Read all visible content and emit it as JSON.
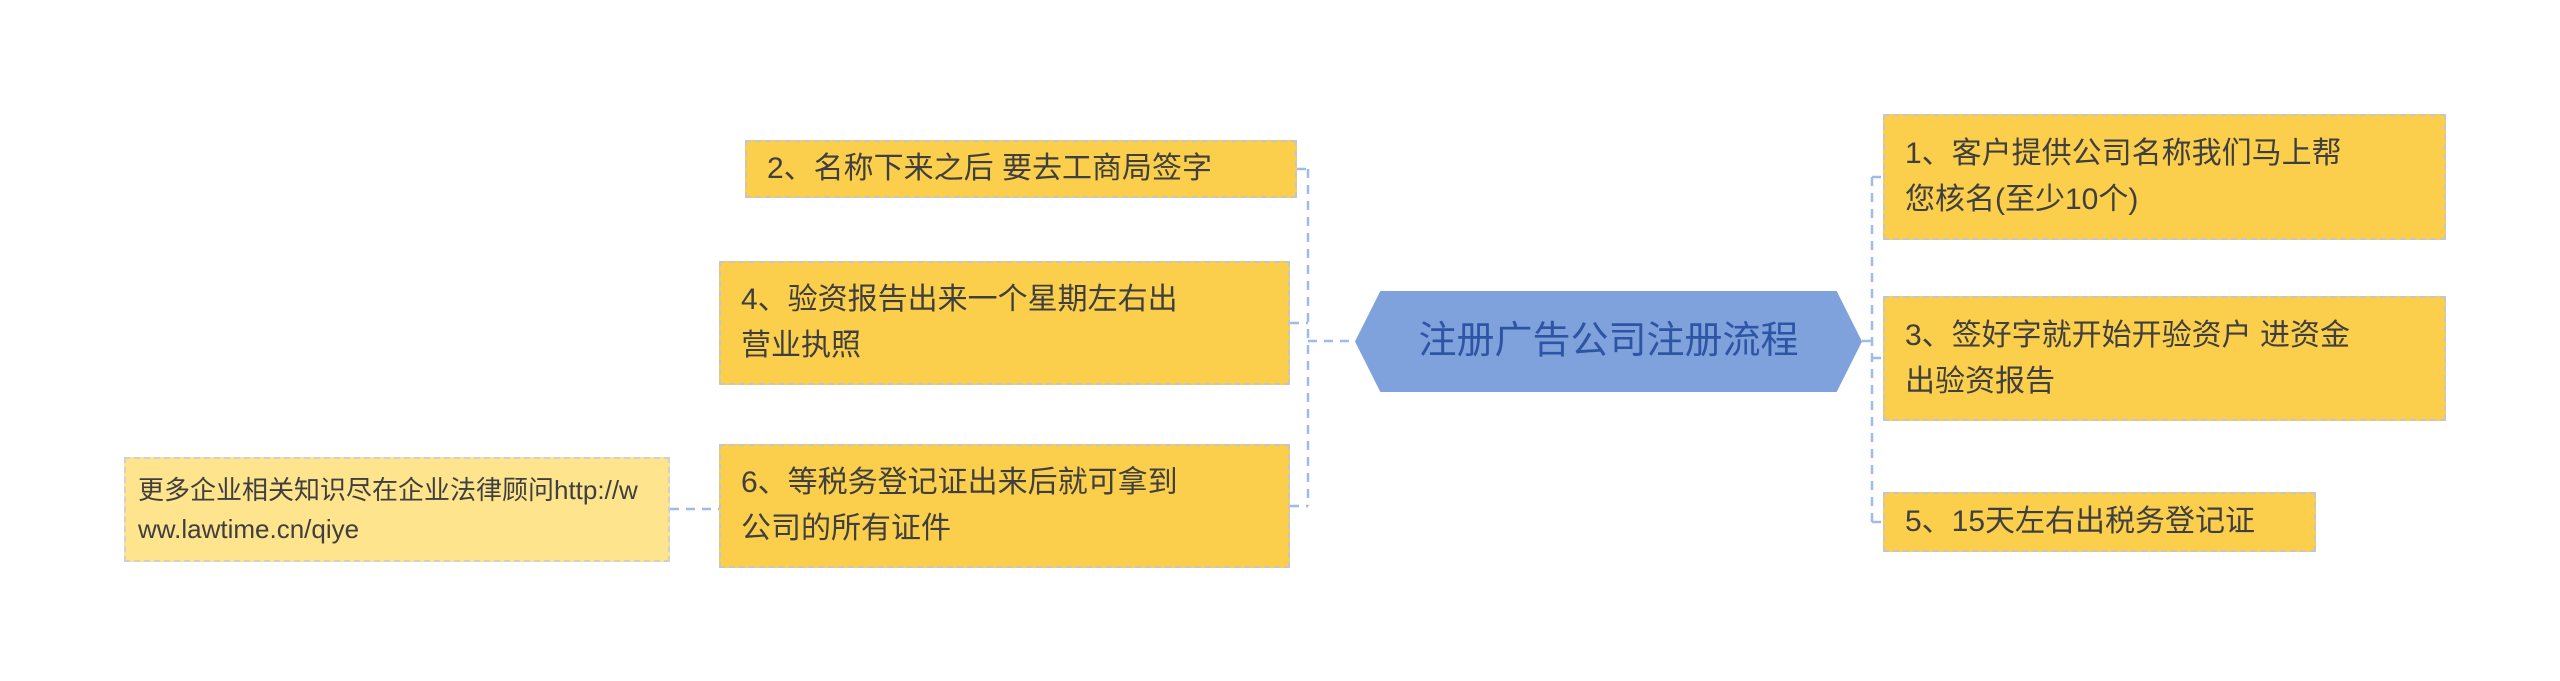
{
  "center": {
    "label": "注册广告公司注册流程"
  },
  "left_nodes": [
    {
      "label": "2、名称下来之后 要去工商局签字"
    },
    {
      "label": "4、验资报告出来一个星期左右出\n营业执照"
    },
    {
      "label": "6、等税务登记证出来后就可拿到\n公司的所有证件"
    }
  ],
  "right_nodes": [
    {
      "label": "1、客户提供公司名称我们马上帮\n您核名(至少10个)"
    },
    {
      "label": "3、签好字就开始开验资户 进资金\n出验资报告"
    },
    {
      "label": "5、15天左右出税务登记证"
    }
  ],
  "watermark": {
    "label": "更多企业相关知识尽在企业法律顾问http://w\nww.lawtime.cn/qiye"
  },
  "colors": {
    "background": "#FFFFFF",
    "node_fill": "#FBCF4B",
    "node_border": "#C6C6C6",
    "node_text": "#3F3F3F",
    "watermark_fill": "#FDE48D",
    "center_fill": "#7FA2DC",
    "center_text": "#2E55A3",
    "connector": "#9FBCE8"
  }
}
